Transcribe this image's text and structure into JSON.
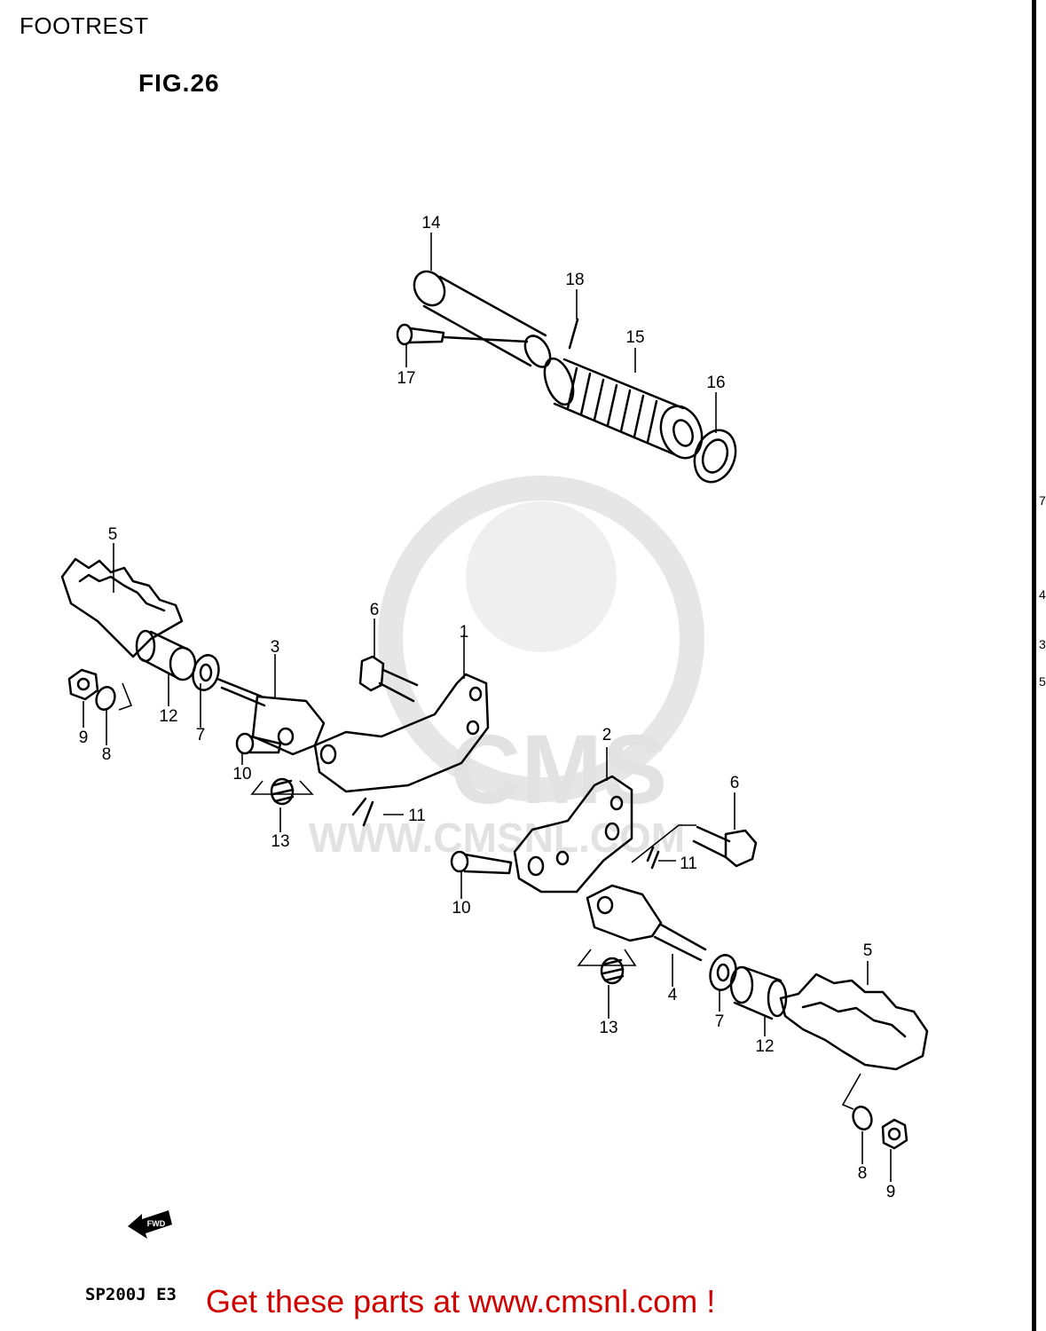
{
  "header": {
    "title": "FOOTREST",
    "figure": "FIG.26"
  },
  "footer": {
    "model": "SP200J  E3",
    "cta": "Get these parts at www.cmsnl.com !"
  },
  "watermark": {
    "brand": "CMS",
    "url": "WWW.CMSNL.COM"
  },
  "fwd_badge": "FWD",
  "edge_marks": [
    "7",
    "4",
    "3",
    "5"
  ],
  "callouts": [
    "14",
    "18",
    "15",
    "16",
    "17",
    "5",
    "6",
    "1",
    "3",
    "12",
    "7",
    "9",
    "8",
    "10",
    "13",
    "11",
    "2",
    "6",
    "11",
    "10",
    "4",
    "13",
    "7",
    "12",
    "5",
    "8",
    "9"
  ]
}
